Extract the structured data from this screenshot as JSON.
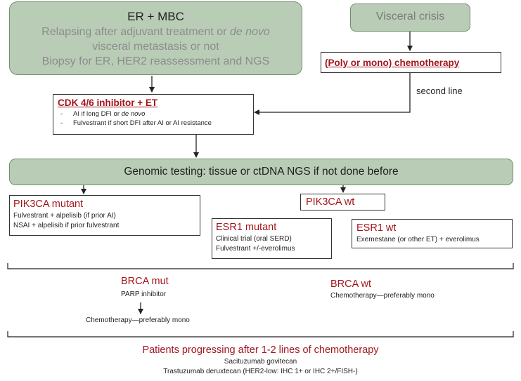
{
  "er_mbc": {
    "title": "ER + MBC",
    "line1_pre": "Relapsing after adjuvant treatment or ",
    "line1_italic": "de novo",
    "line2": "visceral metastasis or not",
    "line3": "Biopsy for ER, HER2 reassessment and NGS"
  },
  "visceral_crisis": {
    "title": "Visceral crisis"
  },
  "chemo_box": {
    "title": "(Poly or mono) chemotherapy "
  },
  "second_line_label": "second line",
  "cdk_box": {
    "title": "CDK 4/6 inhibitor + ET",
    "item1_pre": "AI if long DFI or ",
    "item1_italic": "de novo",
    "item2": "Fulvestrant if short DFI after AI or AI resistance"
  },
  "genomic_testing": {
    "title": "Genomic testing: tissue or ctDNA NGS if not done before"
  },
  "pik3ca_mutant": {
    "title": "PIK3CA mutant",
    "line1": "Fulvestrant + alpelisib (if prior AI)",
    "line2": "NSAI + alpelisib if prior fulvestrant"
  },
  "pik3ca_wt": {
    "title": "PIK3CA wt"
  },
  "esr1_mutant": {
    "title": "ESR1 mutant",
    "line1": "Clinical trial (oral SERD)",
    "line2": "Fulvestrant +/-everolimus"
  },
  "esr1_wt": {
    "title": "ESR1 wt",
    "line1": "Exemestane (or other ET) + everolimus"
  },
  "brca_mut": {
    "title": "BRCA mut",
    "line1": "PARP inhibitor",
    "line2": "Chemotherapy—preferably mono"
  },
  "brca_wt": {
    "title": "BRCA wt",
    "line1": "Chemotherapy—preferably mono"
  },
  "progressing": {
    "title": "Patients progressing after 1-2 lines of chemotherapy",
    "line1": "Sacituzumab govitecan",
    "line2": "Trastuzumab deruxtecan (HER2-low: IHC 1+ or IHC 2+/FISH-)"
  },
  "colors": {
    "green_fill": "#b9cdb6",
    "green_border": "#6f8f6b",
    "accent_red": "#a3151d",
    "grey_text": "#8c8c8c"
  }
}
